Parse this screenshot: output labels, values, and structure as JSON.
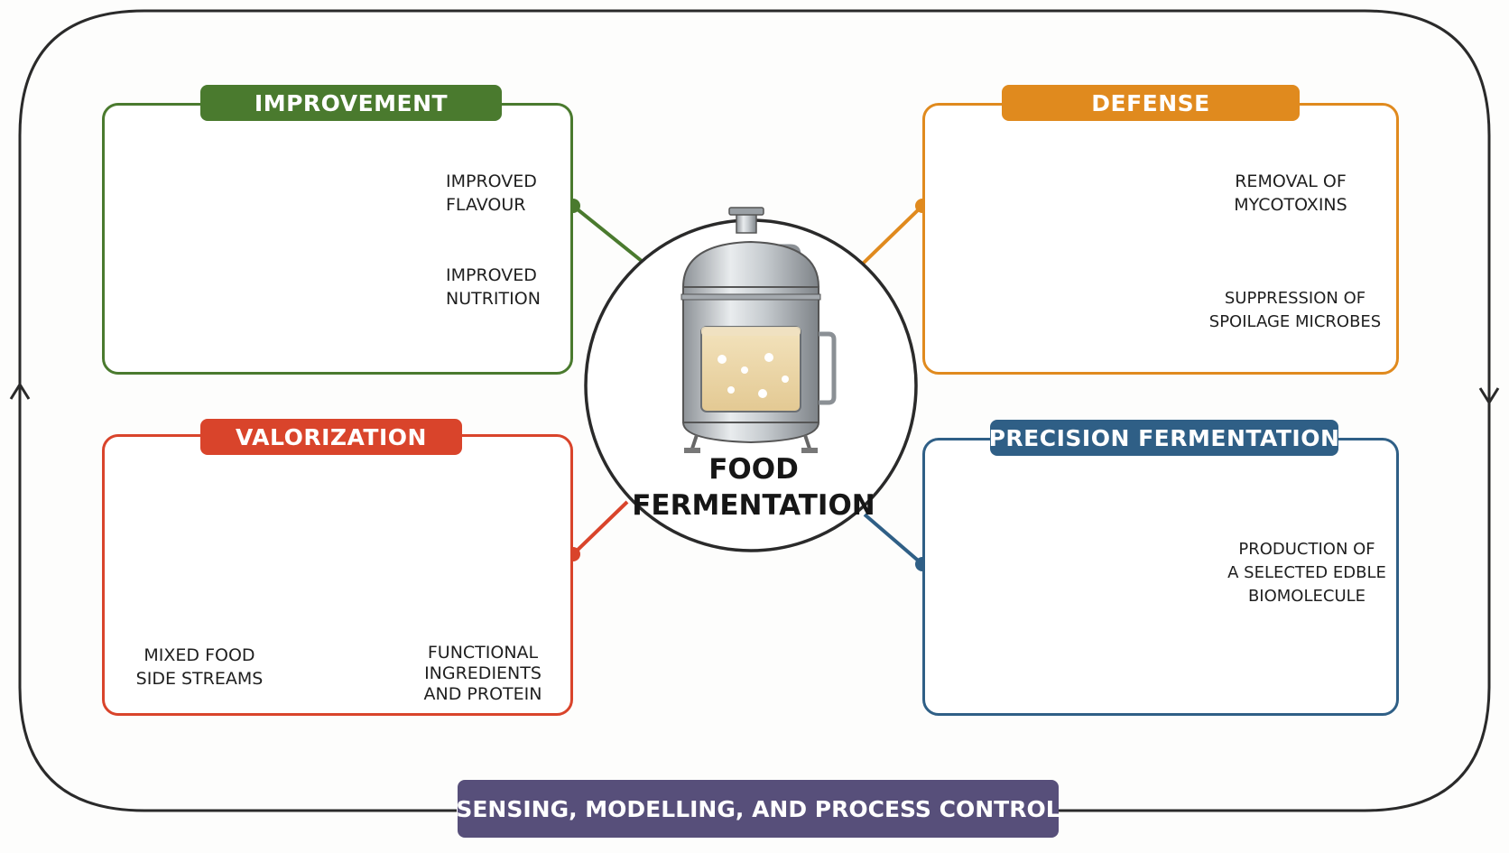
{
  "center": {
    "title_line1": "FOOD",
    "title_line2": "FERMENTATION"
  },
  "panels": {
    "improvement": {
      "title": "IMPROVEMENT",
      "color": "#4a7a2e",
      "items": [
        {
          "line1": "IMPROVED",
          "line2": "FLAVOUR",
          "icon": "bowl-icon"
        },
        {
          "line1": "IMPROVED",
          "line2": "NUTRITION",
          "icon": "leaf-icon"
        }
      ]
    },
    "defense": {
      "title": "DEFENSE",
      "color": "#e08a1e",
      "items": [
        {
          "line1": "REMOVAL OF",
          "line2": "MYCOTOXINS",
          "icon": "particles-icon"
        },
        {
          "line1": "SUPPRESSION OF",
          "line2": "SPOILAGE MICROBES",
          "icon": "microbes-icon"
        }
      ]
    },
    "valorization": {
      "title": "VALORIZATION",
      "color": "#d9442b",
      "input": {
        "line1": "MIXED FOOD",
        "line2": "SIDE STREAMS"
      },
      "output": {
        "line1": "FUNCTIONAL",
        "line2": "INGREDIENTS",
        "line3": "AND PROTEIN"
      }
    },
    "precision": {
      "title": "PRECISION FERMENTATION",
      "color": "#2f5f86",
      "output": {
        "line1": "PRODUCTION OF",
        "line2": "A SELECTED EDBLE",
        "line3": "BIOMOLECULE"
      }
    }
  },
  "bottom": {
    "label": "SENSING, MODELLING, AND PROCESS CONTROL",
    "color": "#574f7a"
  },
  "icons": [
    "fermenter-icon",
    "corn-icon",
    "soy-leaf-icon",
    "grain-bowl-icon",
    "apple-core-icon",
    "wheat-icon",
    "powder-bowl-icon",
    "scoop-icon",
    "soybeans-icon",
    "cell-icon",
    "protein-icon"
  ]
}
